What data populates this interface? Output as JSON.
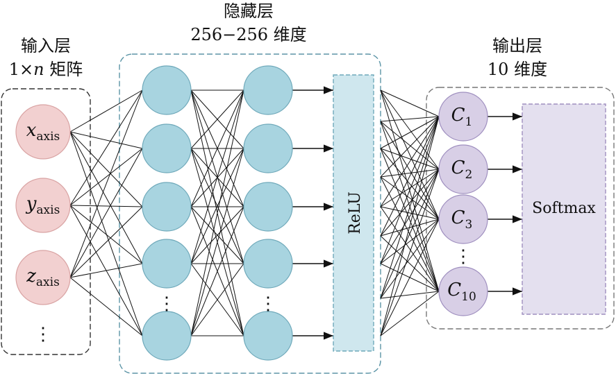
{
  "layers": {
    "input": {
      "title": "输入层",
      "subtitle_prefix": "1×",
      "subtitle_var": "n",
      "subtitle_suffix": " 矩阵",
      "nodes": [
        {
          "var": "x",
          "sub": "axis"
        },
        {
          "var": "y",
          "sub": "axis"
        },
        {
          "var": "z",
          "sub": "axis"
        }
      ],
      "ellipsis": "⋮"
    },
    "hidden": {
      "title": "隐藏层",
      "subtitle": "256−256 维度",
      "ellipsis": "⋮"
    },
    "activation": {
      "label": "ReLU"
    },
    "output": {
      "title": "输出层",
      "subtitle": "10 维度",
      "nodes": [
        {
          "var": "C",
          "sub": "1"
        },
        {
          "var": "C",
          "sub": "2"
        },
        {
          "var": "C",
          "sub": "3"
        },
        {
          "var": "C",
          "sub": "10"
        }
      ],
      "ellipsis": "⋮"
    },
    "softmax": {
      "label": "Softmax"
    }
  },
  "colors": {
    "input_node": "#f2d0d0",
    "input_node_stroke": "#d9a3a3",
    "hidden_node": "#a8d4e0",
    "hidden_node_stroke": "#6fa9ba",
    "relu_fill": "#cfe7ee",
    "relu_stroke": "#6fa9ba",
    "output_node": "#d8cfe6",
    "output_node_stroke": "#9f8fbf",
    "softmax_fill": "#e4e0ef",
    "softmax_stroke": "#9f8fbf",
    "input_box_stroke": "#333333",
    "hidden_box_stroke": "#5b94a6",
    "output_box_stroke": "#777777"
  }
}
